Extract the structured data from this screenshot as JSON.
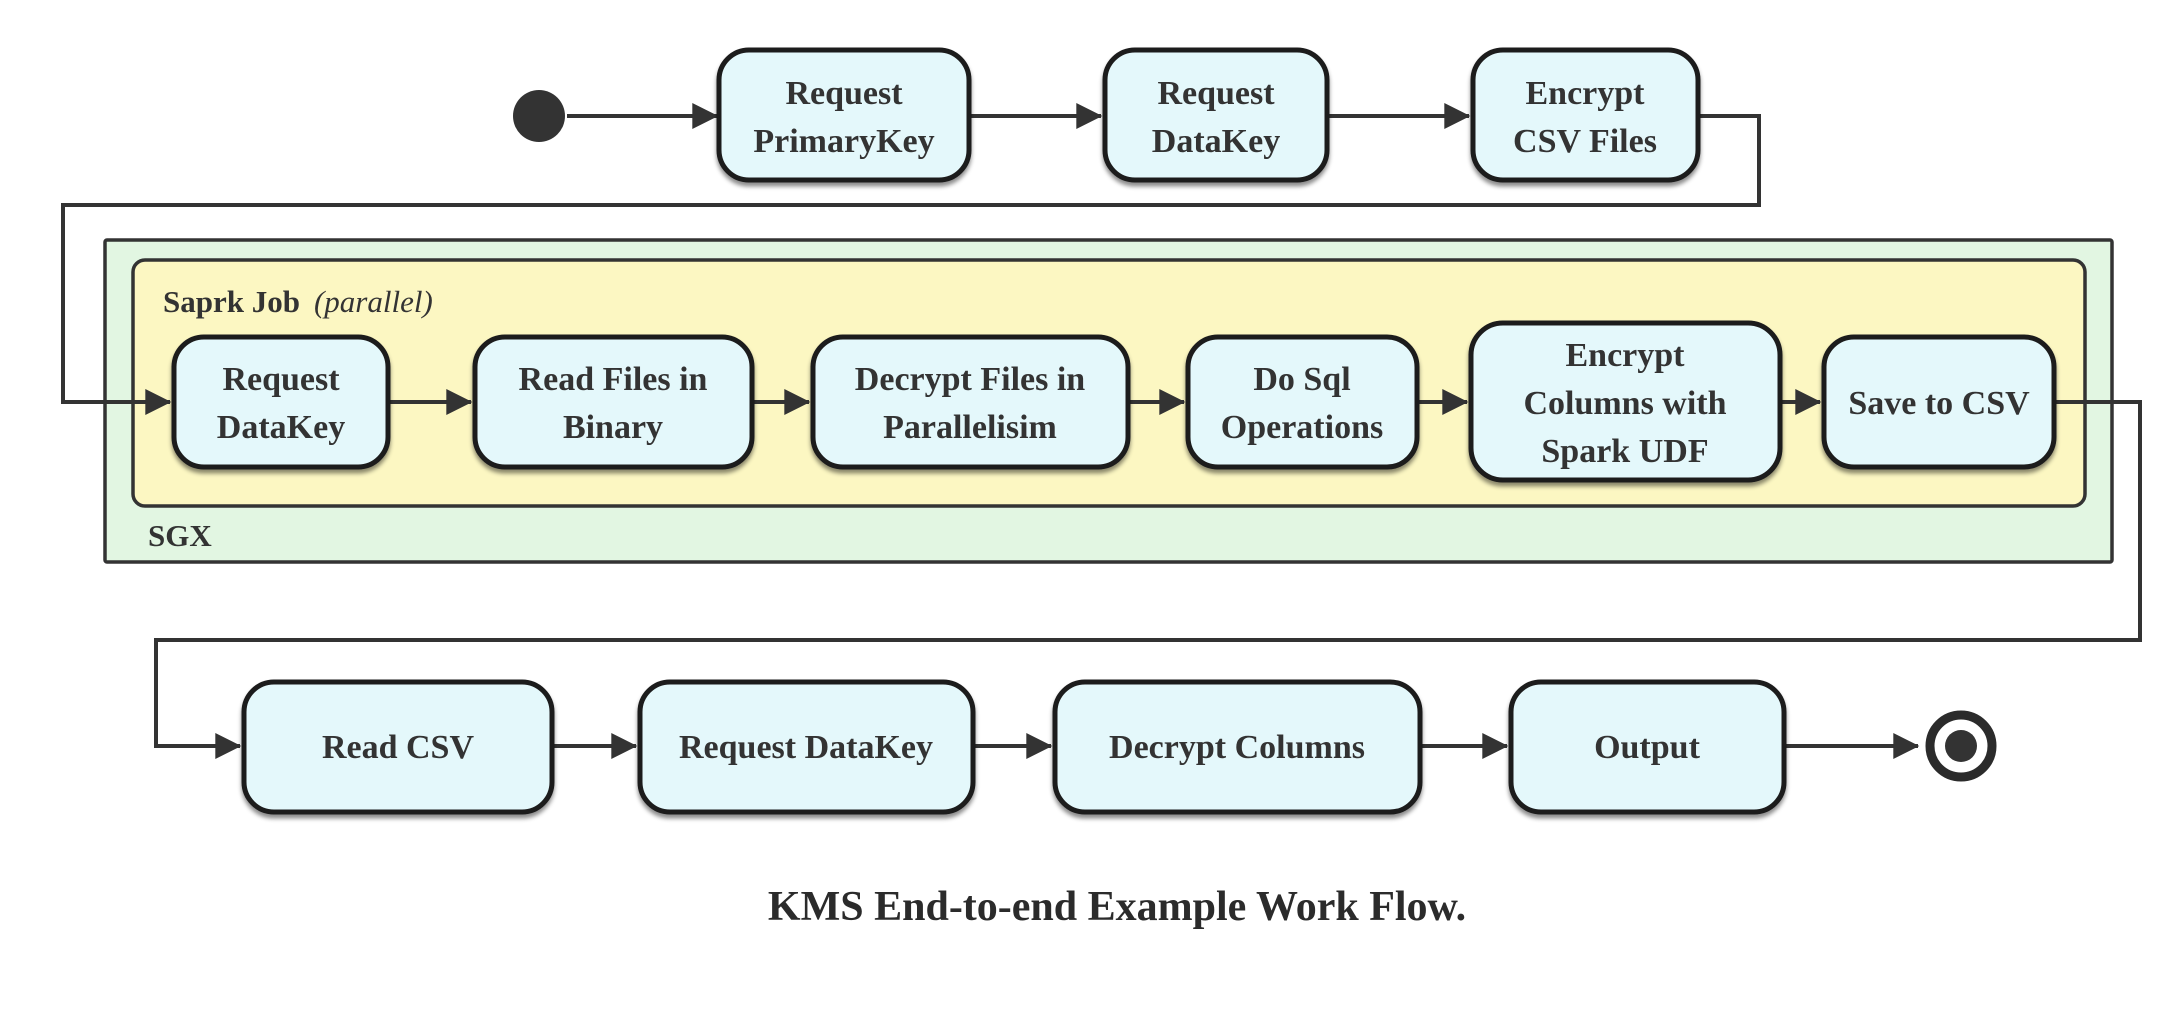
{
  "diagram": {
    "caption": "KMS End-to-end Example Work Flow.",
    "colors": {
      "node_fill": "#e4f8fb",
      "node_border": "#1a1a1a",
      "spark_container_fill": "#fcf7c2",
      "sgx_container_fill": "#e2f6e2",
      "edge": "#333333",
      "text": "#333333"
    },
    "sgx_container": {
      "title": "SGX"
    },
    "spark_container": {
      "title": "Saprk Job",
      "qualifier": "(parallel)"
    },
    "top_row": [
      {
        "lines": [
          "Request",
          "PrimaryKey"
        ]
      },
      {
        "lines": [
          "Request",
          "DataKey"
        ]
      },
      {
        "lines": [
          "Encrypt",
          "CSV Files"
        ]
      }
    ],
    "spark_row": [
      {
        "lines": [
          "Request",
          "DataKey"
        ]
      },
      {
        "lines": [
          "Read Files in",
          "Binary"
        ]
      },
      {
        "lines": [
          "Decrypt Files in",
          "Parallelisim"
        ]
      },
      {
        "lines": [
          "Do Sql",
          "Operations"
        ]
      },
      {
        "lines": [
          "Encrypt",
          "Columns with",
          "Spark UDF"
        ]
      },
      {
        "lines": [
          "Save to CSV"
        ]
      }
    ],
    "bottom_row": [
      {
        "lines": [
          "Read CSV"
        ]
      },
      {
        "lines": [
          "Request DataKey"
        ]
      },
      {
        "lines": [
          "Decrypt Columns"
        ]
      },
      {
        "lines": [
          "Output"
        ]
      }
    ]
  }
}
